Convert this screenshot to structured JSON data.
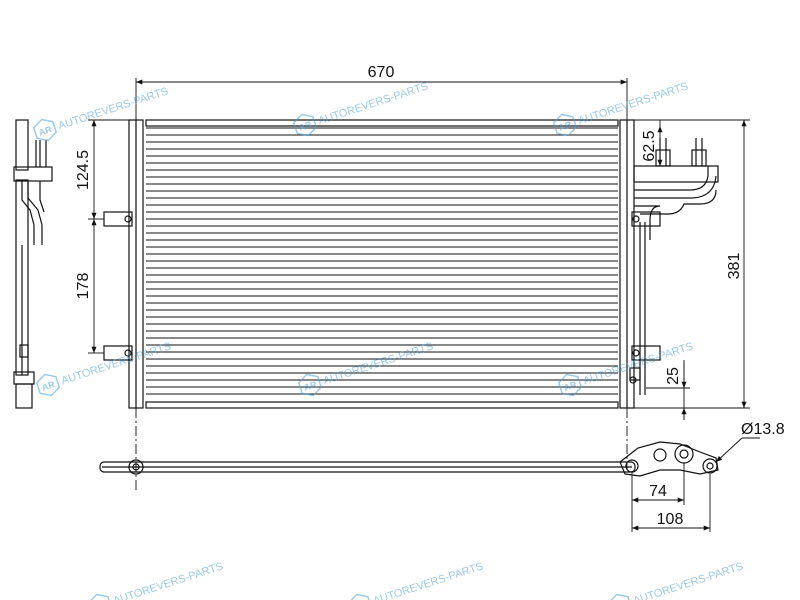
{
  "dimensions": {
    "overall_width": "670",
    "left_upper": "124.5",
    "left_middle": "178",
    "right_top": "62.5",
    "height": "381",
    "right_bottom": "25",
    "diameter": "Ø13.8",
    "bottom_74": "74",
    "bottom_108": "108"
  },
  "watermark": {
    "text": "AUTOREVERS-PARTS",
    "logo": "AR",
    "color": "#4aa0d8"
  },
  "colors": {
    "line": "#111111"
  }
}
